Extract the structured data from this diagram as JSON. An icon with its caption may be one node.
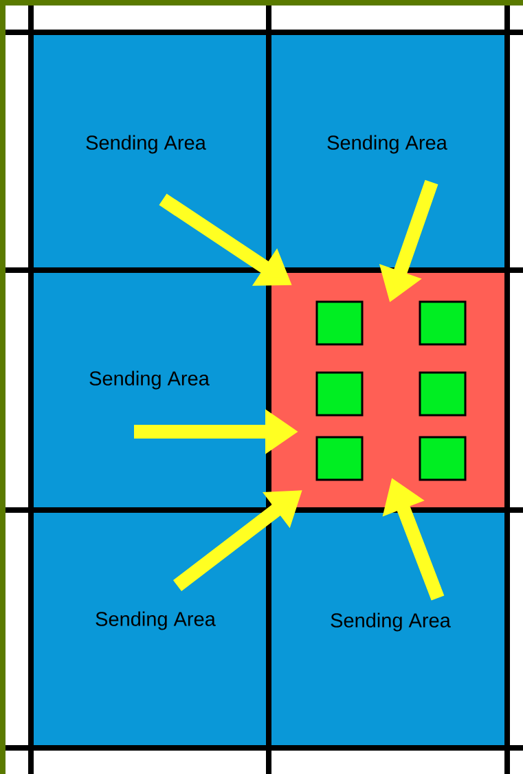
{
  "diagram": {
    "nodes": [
      {
        "text": [
          "Sending Area"
        ]
      },
      {
        "text": [
          "Sending Area"
        ]
      },
      {
        "text": [
          "Sending Area"
        ]
      },
      {
        "text": [],
        "shape": "box"
      },
      {
        "text": [],
        "shape": "box",
        "in": 3
      },
      {
        "text": [],
        "shape": "box",
        "in": 3
      },
      {
        "text": [],
        "shape": "box",
        "in": 3
      },
      {
        "text": [],
        "shape": "box",
        "in": 3
      },
      {
        "text": [],
        "shape": "box",
        "in": 3
      },
      {
        "text": [],
        "shape": "box",
        "in": 3
      },
      {
        "text": [
          "Sending Area"
        ]
      },
      {
        "text": [
          "Sending Area"
        ]
      }
    ],
    "edges": [
      {
        "from": 0,
        "to": 3,
        "arrow": "to"
      },
      {
        "from": 1,
        "to": 3,
        "arrow": "to"
      },
      {
        "from": 2,
        "to": 3,
        "arrow": "to"
      },
      {
        "from": 10,
        "to": 3,
        "arrow": "to"
      },
      {
        "from": 11,
        "to": 3,
        "arrow": "to"
      }
    ]
  }
}
